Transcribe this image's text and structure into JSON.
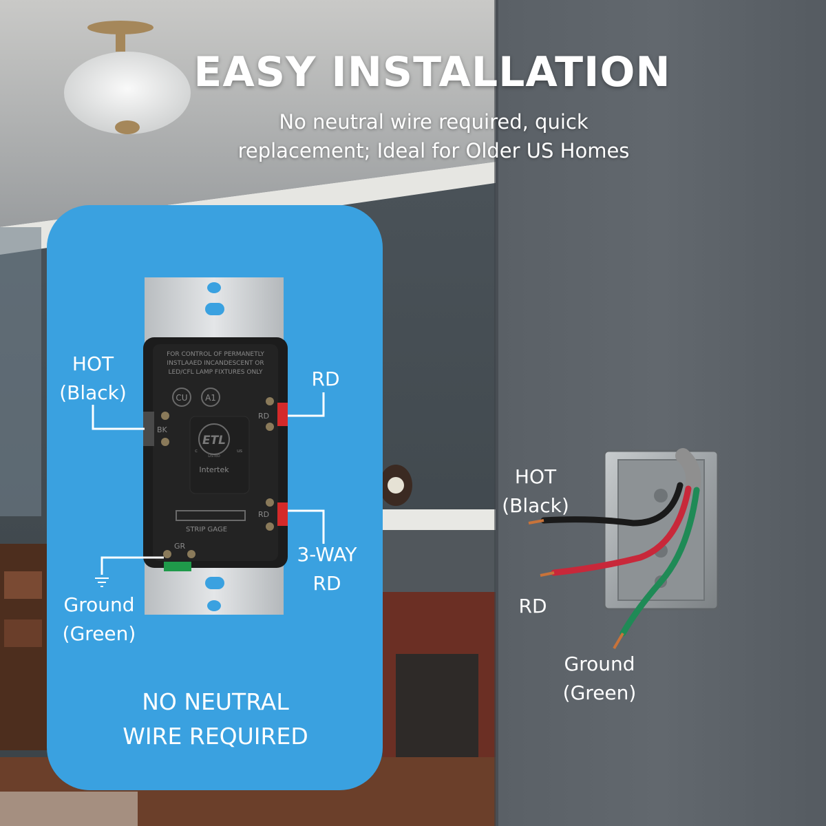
{
  "header": {
    "title": "EASY INSTALLATION",
    "subtitle_line1": "No neutral wire required, quick",
    "subtitle_line2": "replacement; Ideal for Older US Homes"
  },
  "switch_panel": {
    "labels": {
      "hot_line1": "HOT",
      "hot_line2": "(Black)",
      "rd_top": "RD",
      "three_way_line1": "3-WAY",
      "three_way_line2": "RD",
      "ground_line1": "Ground",
      "ground_line2": "(Green)"
    },
    "footer_line1": "NO NEUTRAL",
    "footer_line2": "WIRE REQUIRED",
    "device_text": {
      "warning_line1": "FOR CONTROL OF PERMANETLY",
      "warning_line2": "INSTLAAED INCANDESCENT OR",
      "warning_line3": "LED/CFL LAMP FIXTURES ONLY",
      "cert_cu": "CU",
      "cert_a1": "A1",
      "etl_mark": "ETL",
      "etl_c": "c",
      "etl_us": "us",
      "etl_listed": "LISTED",
      "brand": "Intertek",
      "strip_gage": "STRIP GAGE",
      "terminal_bk": "BK",
      "terminal_rd_top": "RD",
      "terminal_rd_bottom": "RD",
      "terminal_gr": "GR"
    }
  },
  "wall_box": {
    "labels": {
      "hot_line1": "HOT",
      "hot_line2": "(Black)",
      "rd": "RD",
      "ground_line1": "Ground",
      "ground_line2": "(Green)"
    }
  },
  "colors": {
    "panel_blue": "#3aa1e0",
    "wall_gray": "#5b6168",
    "wire_black": "#1a1a1a",
    "wire_red": "#c8283a",
    "wire_green": "#1f8a56",
    "terminal_red": "#d42a2a"
  }
}
